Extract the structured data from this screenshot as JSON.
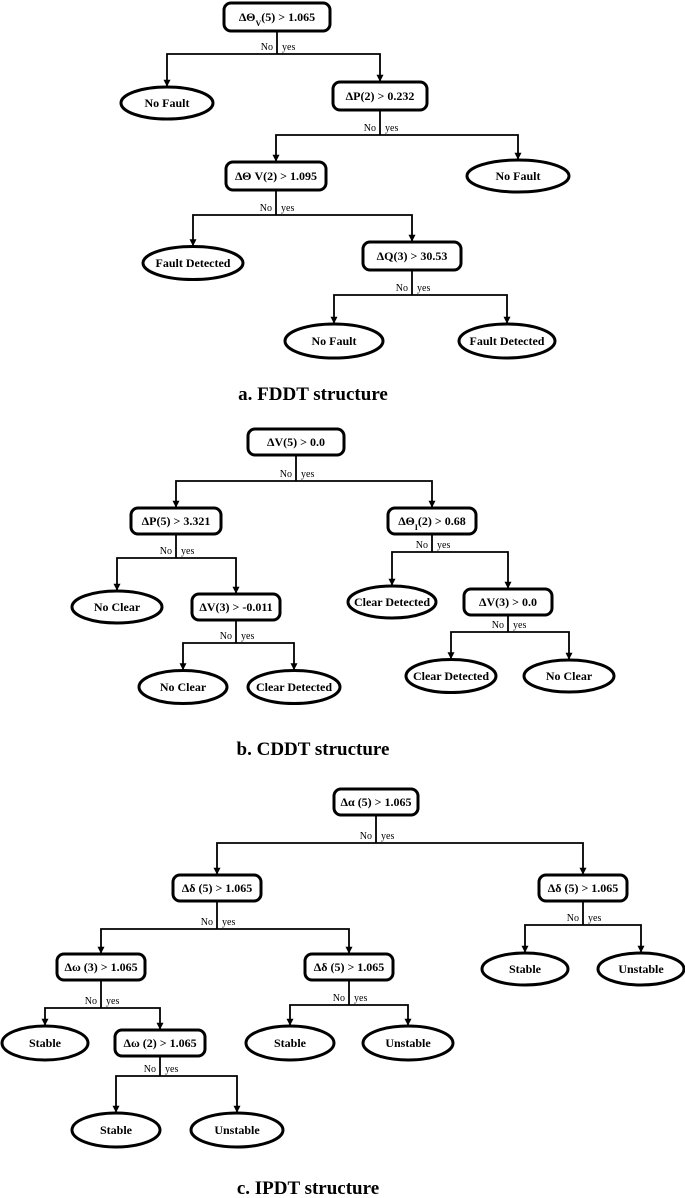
{
  "trees": [
    {
      "caption": "a. FDDT structure",
      "nodes": [
        {
          "id": "a1",
          "kind": "decision",
          "label_parts": [
            [
              "ΔΘ",
              "n"
            ],
            [
              "V",
              "sub"
            ],
            [
              "(5) > 1.065",
              "n"
            ]
          ]
        },
        {
          "id": "a2",
          "kind": "leaf",
          "label": "No Fault"
        },
        {
          "id": "a3",
          "kind": "decision",
          "label": "ΔP(2) > 0.232"
        },
        {
          "id": "a4",
          "kind": "decision",
          "label": "ΔΘ V(2) > 1.095"
        },
        {
          "id": "a5",
          "kind": "leaf",
          "label": "No Fault"
        },
        {
          "id": "a6",
          "kind": "leaf",
          "label": "Fault Detected"
        },
        {
          "id": "a7",
          "kind": "decision",
          "label": "ΔQ(3) > 30.53"
        },
        {
          "id": "a8",
          "kind": "leaf",
          "label": "No Fault"
        },
        {
          "id": "a9",
          "kind": "leaf",
          "label": "Fault Detected"
        }
      ],
      "splits": [
        {
          "parent": "a1",
          "no": "a2",
          "yes": "a3"
        },
        {
          "parent": "a3",
          "no": "a4",
          "yes": "a5"
        },
        {
          "parent": "a4",
          "no": "a6",
          "yes": "a7"
        },
        {
          "parent": "a7",
          "no": "a8",
          "yes": "a9"
        }
      ]
    },
    {
      "caption": "b. CDDT structure",
      "nodes": [
        {
          "id": "b1",
          "kind": "decision",
          "label": "ΔV(5) > 0.0"
        },
        {
          "id": "b2",
          "kind": "decision",
          "label": "ΔP(5) > 3.321"
        },
        {
          "id": "b3",
          "kind": "decision",
          "label_parts": [
            [
              "ΔΘ",
              "n"
            ],
            [
              "I",
              "sub"
            ],
            [
              "(2) > 0.68",
              "n"
            ]
          ]
        },
        {
          "id": "b4",
          "kind": "leaf",
          "label": "No Clear"
        },
        {
          "id": "b5",
          "kind": "decision",
          "label": "ΔV(3) > -0.011"
        },
        {
          "id": "b6",
          "kind": "leaf",
          "label": "No Clear"
        },
        {
          "id": "b7",
          "kind": "leaf",
          "label": "Clear Detected"
        },
        {
          "id": "b8",
          "kind": "leaf",
          "label": "Clear Detected"
        },
        {
          "id": "b9",
          "kind": "decision",
          "label": "ΔV(3) > 0.0"
        },
        {
          "id": "b10",
          "kind": "leaf",
          "label": "Clear Detected"
        },
        {
          "id": "b11",
          "kind": "leaf",
          "label": "No Clear"
        }
      ],
      "splits": [
        {
          "parent": "b1",
          "no": "b2",
          "yes": "b3"
        },
        {
          "parent": "b2",
          "no": "b4",
          "yes": "b5"
        },
        {
          "parent": "b5",
          "no": "b6",
          "yes": "b7"
        },
        {
          "parent": "b3",
          "no": "b8",
          "yes": "b9"
        },
        {
          "parent": "b9",
          "no": "b10",
          "yes": "b11"
        }
      ]
    },
    {
      "caption": "c. IPDT structure",
      "nodes": [
        {
          "id": "c1",
          "kind": "decision",
          "label": "Δα (5) > 1.065"
        },
        {
          "id": "c2",
          "kind": "decision",
          "label": "Δδ (5) > 1.065"
        },
        {
          "id": "c3",
          "kind": "decision",
          "label": "Δδ (5) > 1.065"
        },
        {
          "id": "c4",
          "kind": "decision",
          "label": "Δω (3) > 1.065"
        },
        {
          "id": "c5",
          "kind": "decision",
          "label": "Δδ (5) > 1.065"
        },
        {
          "id": "c6",
          "kind": "leaf",
          "label": "Stable"
        },
        {
          "id": "c7",
          "kind": "leaf",
          "label": "Unstable"
        },
        {
          "id": "c8",
          "kind": "leaf",
          "label": "Stable"
        },
        {
          "id": "c9",
          "kind": "decision",
          "label": "Δω (2) > 1.065"
        },
        {
          "id": "c10",
          "kind": "leaf",
          "label": "Stable"
        },
        {
          "id": "c11",
          "kind": "leaf",
          "label": "Unstable"
        },
        {
          "id": "c12",
          "kind": "leaf",
          "label": "Stable"
        },
        {
          "id": "c13",
          "kind": "leaf",
          "label": "Unstable"
        }
      ],
      "splits": [
        {
          "parent": "c1",
          "no": "c2",
          "yes": "c3"
        },
        {
          "parent": "c3",
          "no": "c6",
          "yes": "c7"
        },
        {
          "parent": "c2",
          "no": "c4",
          "yes": "c5"
        },
        {
          "parent": "c4",
          "no": "c8",
          "yes": "c9"
        },
        {
          "parent": "c5",
          "no": "c10",
          "yes": "c11"
        },
        {
          "parent": "c9",
          "no": "c12",
          "yes": "c13"
        }
      ]
    }
  ],
  "edge_labels": {
    "no": "No",
    "yes": "yes"
  }
}
